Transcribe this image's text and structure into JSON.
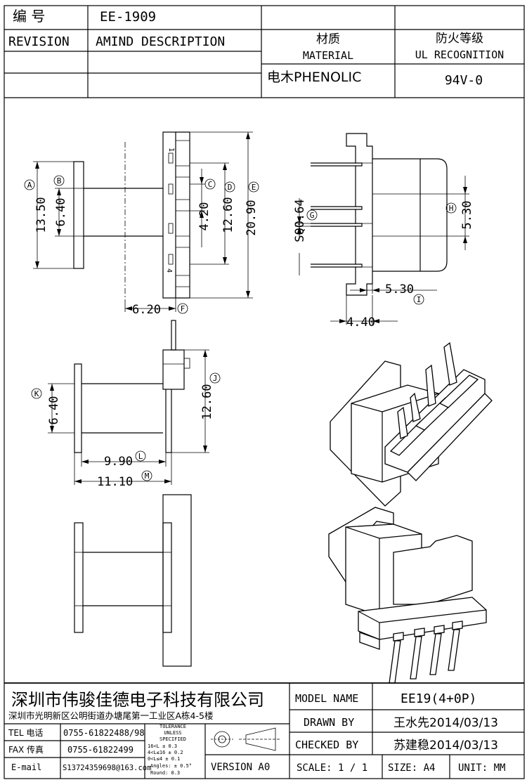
{
  "header": {
    "code_label": "编  号",
    "code_value": "EE-1909",
    "revision_label": "REVISION",
    "amind_label": "AMIND DESCRIPTION",
    "material_cn": "材质",
    "material_en": "MATERIAL",
    "material_value": "电木PHENOLIC",
    "ul_cn": "防火等级",
    "ul_en": "UL RECOGNITION",
    "ul_value": "94V-0"
  },
  "dimensions": {
    "a": "13.50",
    "b": "6.40",
    "c": "4.20",
    "d": "12.60",
    "e": "20.90",
    "f": "6.20",
    "g": "SQ0.64",
    "h_top": "5.30",
    "h_bottom": "5.30",
    "i": "4.40",
    "j": "12.60",
    "k": "6.40",
    "l": "9.90",
    "m": "11.10"
  },
  "markers": [
    "A",
    "B",
    "C",
    "D",
    "E",
    "F",
    "G",
    "H",
    "I",
    "J",
    "K",
    "L",
    "M"
  ],
  "pin_labels": {
    "first": "1",
    "last": "4"
  },
  "footer": {
    "company": "深圳市伟骏佳德电子科技有限公司",
    "address": "深圳市光明新区公明街道办塘尾第一工业区A栋4-5楼",
    "tel_label": "TEL 电话",
    "tel_value": "0755-61822488/98",
    "fax_label": "FAX 传真",
    "fax_value": "0755-61822499",
    "email_label": "E-mail",
    "email_value": "S13724359698@163.com",
    "tolerance": [
      "TOLERANCE",
      "UNLESS",
      "SPECIFIED",
      "16<L       ± 0.3",
      "4<L≤16     ± 0.2",
      "0<L≤4      ± 0.1",
      "Angles: ± 0.5°",
      "Round: 0.3"
    ],
    "version": "VERSION A0",
    "model_label": "MODEL NAME",
    "model_value": "EE19(4+0P)",
    "drawn_label": "DRAWN BY",
    "drawn_value": "王水先2014/03/13",
    "checked_label": "CHECKED BY",
    "checked_value": "苏建稳2014/03/13",
    "scale": "SCALE: 1 / 1",
    "size": "SIZE: A4",
    "unit": "UNIT: MM"
  }
}
